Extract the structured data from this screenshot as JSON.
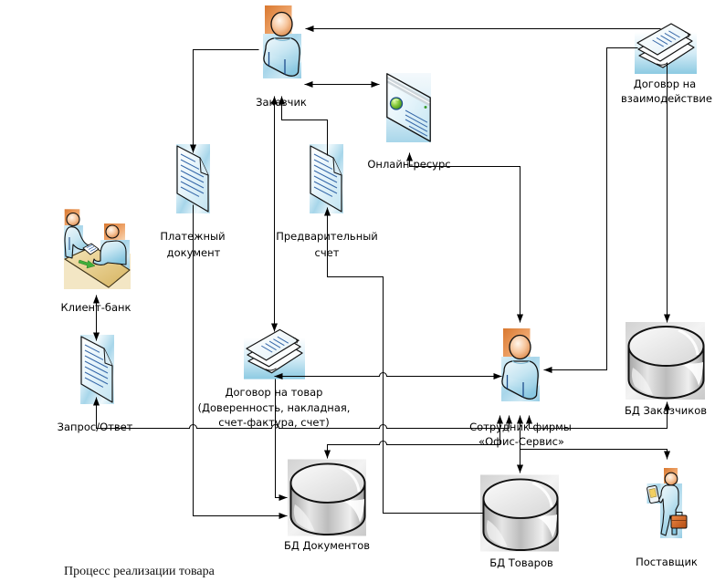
{
  "title": "Процесс реализации товара",
  "nodes": {
    "customer": {
      "label": [
        "Заказчик"
      ],
      "icon": "person-icon"
    },
    "online_resource": {
      "label": [
        "Онлайн-ресурс"
      ],
      "icon": "web-page-icon"
    },
    "interaction_contract": {
      "label": [
        "Договор на",
        "взаимодействие"
      ],
      "icon": "document-stack-icon"
    },
    "payment_document": {
      "label": [
        "Платежный",
        "документ"
      ],
      "icon": "document-icon"
    },
    "preliminary_invoice": {
      "label": [
        "Предварительный",
        "счет"
      ],
      "icon": "document-icon"
    },
    "client_bank": {
      "label": [
        "Клиент-банк"
      ],
      "icon": "meeting-icon"
    },
    "request_response": {
      "label": [
        "Запрос/Ответ"
      ],
      "icon": "document-icon"
    },
    "goods_contract": {
      "label": [
        "Договор на товар",
        "(Доверенность, накладная,",
        "счет-фактура, счет)"
      ],
      "icon": "document-stack-icon"
    },
    "employee": {
      "label": [
        "Сотрудник фирмы",
        "«Офис-Сервис»"
      ],
      "icon": "person-icon"
    },
    "customers_db": {
      "label": [
        "БД Заказчиков"
      ],
      "icon": "database-icon"
    },
    "documents_db": {
      "label": [
        "БД Документов"
      ],
      "icon": "database-icon"
    },
    "goods_db": {
      "label": [
        "БД Товаров"
      ],
      "icon": "database-icon"
    },
    "supplier": {
      "label": [
        "Поставщик"
      ],
      "icon": "supplier-icon"
    }
  },
  "edges": [
    {
      "from": "interaction_contract",
      "to": "customer",
      "arrowheads": "end"
    },
    {
      "from": "customer",
      "to": "online_resource",
      "arrowheads": "both"
    },
    {
      "from": "customer",
      "to": "payment_document",
      "arrowheads": "end"
    },
    {
      "from": "payment_document",
      "to": "documents_db",
      "arrowheads": "end"
    },
    {
      "from": "preliminary_invoice",
      "to": "customer",
      "arrowheads": "end"
    },
    {
      "from": "customer",
      "to": "goods_contract",
      "arrowheads": "both"
    },
    {
      "from": "goods_db",
      "to": "preliminary_invoice",
      "arrowheads": "end"
    },
    {
      "from": "online_resource",
      "to": "employee",
      "arrowheads": "both"
    },
    {
      "from": "interaction_contract",
      "to": "employee",
      "arrowheads": "end"
    },
    {
      "from": "interaction_contract",
      "to": "customers_db",
      "arrowheads": "end"
    },
    {
      "from": "goods_contract",
      "to": "employee",
      "arrowheads": "both"
    },
    {
      "from": "goods_contract",
      "to": "documents_db",
      "arrowheads": "end"
    },
    {
      "from": "client_bank",
      "to": "request_response",
      "arrowheads": "both"
    },
    {
      "from": "request_response",
      "to": "employee",
      "arrowheads": "both"
    },
    {
      "from": "customers_db",
      "to": "employee",
      "arrowheads": "both"
    },
    {
      "from": "documents_db",
      "to": "employee",
      "arrowheads": "both"
    },
    {
      "from": "employee",
      "to": "goods_db",
      "arrowheads": "both"
    },
    {
      "from": "employee",
      "to": "supplier",
      "arrowheads": "end"
    }
  ],
  "colors": {
    "connector": "#000000",
    "label_text": "#000000",
    "background": "#ffffff"
  }
}
